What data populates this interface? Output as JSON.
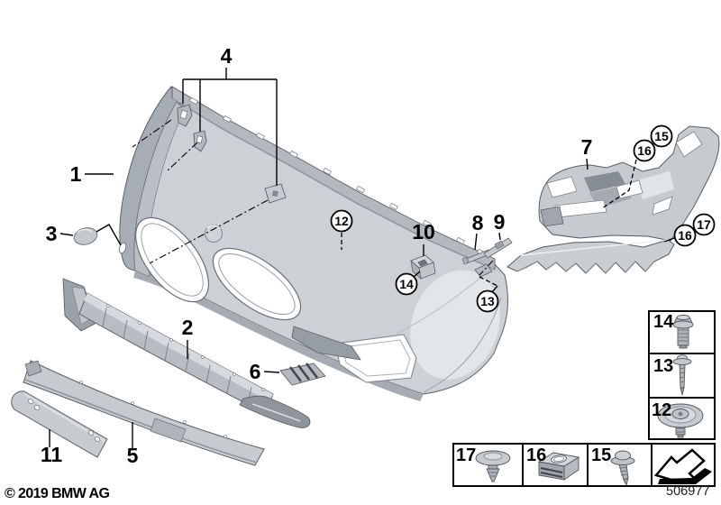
{
  "footer": {
    "copyright": "© 2019 BMW AG",
    "diagram_number": "506977"
  },
  "callouts": {
    "c1": "1",
    "c2": "2",
    "c3": "3",
    "c4": "4",
    "c5": "5",
    "c6": "6",
    "c7": "7",
    "c8": "8",
    "c9": "9",
    "c10": "10",
    "c11": "11",
    "c12": "12",
    "c13": "13",
    "c14": "14",
    "c15": "15",
    "c16": "16",
    "c17": "17"
  },
  "fastener_table": {
    "column_cells": [
      {
        "label": "14",
        "icon": "hex-flange-bolt-icon"
      },
      {
        "label": "13",
        "icon": "long-tapping-screw-icon"
      },
      {
        "label": "12",
        "icon": "large-washer-screw-icon"
      }
    ],
    "row_cells": [
      {
        "label": "17",
        "icon": "expanding-rivet-icon"
      },
      {
        "label": "16",
        "icon": "cage-nut-icon"
      },
      {
        "label": "15",
        "icon": "pan-head-screw-icon"
      }
    ],
    "arrow_icon": "viewing-direction-arrow-icon"
  },
  "palette": {
    "background": "#ffffff",
    "line": "#000000",
    "part_fill": "#c7ccd1",
    "part_mid": "#a8aeb4",
    "part_dark": "#8e949b",
    "part_light": "#e2e5e7",
    "outline": "#5a6066"
  }
}
